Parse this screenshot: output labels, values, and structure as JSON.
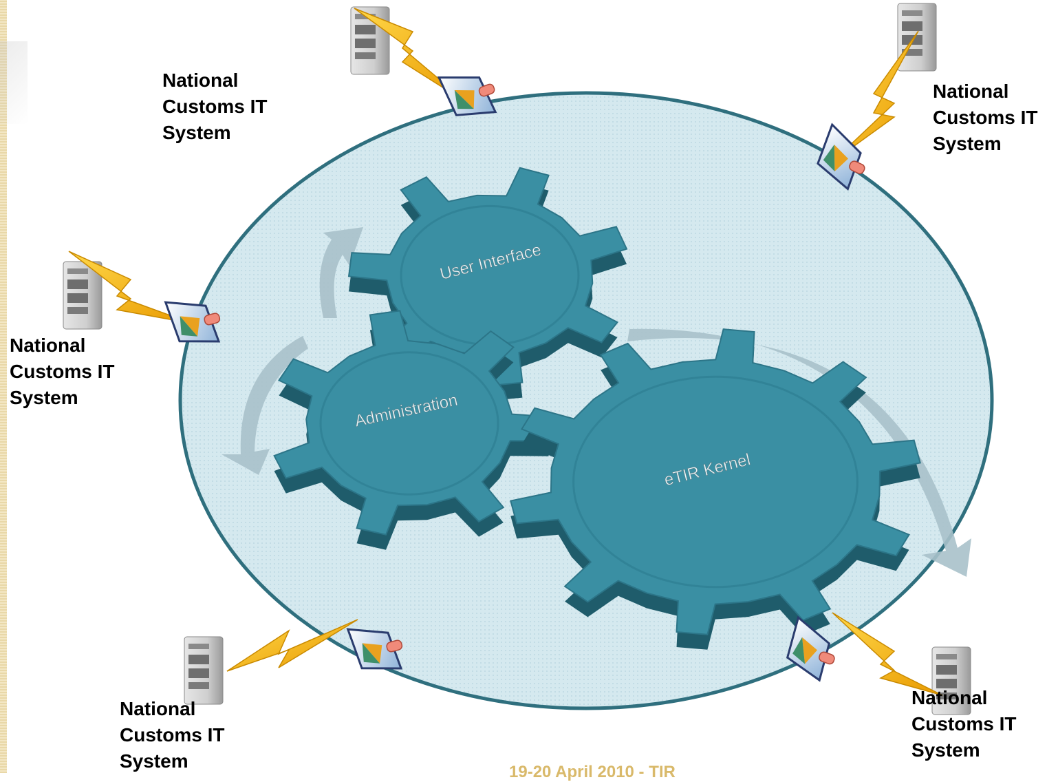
{
  "gears": {
    "user_interface": "User Interface",
    "administration": "Administration",
    "kernel": "eTIR Kernel"
  },
  "nodes": {
    "top_left": {
      "line1": "National",
      "line2": "Customs IT",
      "line3": "System"
    },
    "top_right": {
      "line1": "National",
      "line2": "Customs IT",
      "line3": "System"
    },
    "left": {
      "line1": "National",
      "line2": "Customs IT",
      "line3": "System"
    },
    "bottom_left": {
      "line1": "National",
      "line2": "Customs IT",
      "line3": "System"
    },
    "bottom_right": {
      "line1": "National",
      "line2": "Customs IT",
      "line3": "System"
    }
  },
  "footer": {
    "text": "19-20 April 2010 - TIR"
  },
  "colors": {
    "ellipse_fill": "#d3e8ee",
    "ellipse_stroke": "#2f6f7e",
    "gear_top": "#3a8fa3",
    "gear_side": "#1f5c6b",
    "arrow": "#9fb8c2",
    "bolt": "#f6b400",
    "server": "#b8b8b8"
  }
}
